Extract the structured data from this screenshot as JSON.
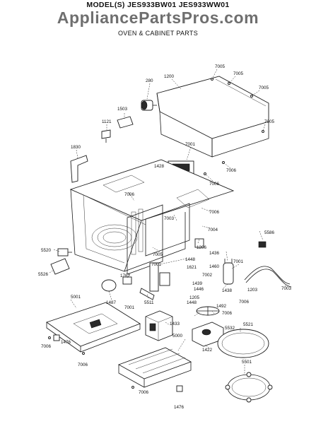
{
  "header": {
    "model": "MODEL(S) JES933BW01 JES933WW01",
    "watermark": "AppliancePartsPros.com",
    "subtitle": "OVEN & CABINET PARTS"
  },
  "callouts": {
    "c7005a": "7005",
    "c7005b": "7005",
    "c7005c": "7005",
    "c7005d": "7005",
    "c1200": "1200",
    "c280": "280",
    "c1503": "1503",
    "c1121": "1121",
    "c7001a": "7001",
    "c1428": "1428",
    "c7006a": "7006",
    "c7006b": "7006",
    "c1830": "1830",
    "c7006c": "7006",
    "c7006d": "7006",
    "c7003a": "7003",
    "c7004": "7004",
    "c5586": "5586",
    "c1206": "1206",
    "c1436": "1436",
    "c5520": "5520",
    "c7005e": "7005",
    "c1448a": "1448",
    "c1621": "1621",
    "c1460": "1460",
    "c7001b": "7001",
    "c7002": "7002",
    "c7001c": "7001",
    "c5526": "5526",
    "c1762": "1762",
    "c1439": "1439",
    "c1446": "1446",
    "c1438": "1438",
    "c1203": "1203",
    "c7003b": "7003",
    "c1487": "1487",
    "c5511": "5511",
    "c1205": "1205",
    "c7006e": "7006",
    "c5001": "5001",
    "c7001d": "7001",
    "c1448b": "1448",
    "c1492": "1492",
    "c7006f": "7006",
    "c5532": "5532",
    "c5521": "5521",
    "c1433": "1433",
    "c7006g": "7006",
    "c1476a": "1476",
    "c1422": "1422",
    "c5000": "5000",
    "c7006h": "7006",
    "c5501": "5501",
    "c7006i": "7006",
    "c1476b": "1476"
  }
}
